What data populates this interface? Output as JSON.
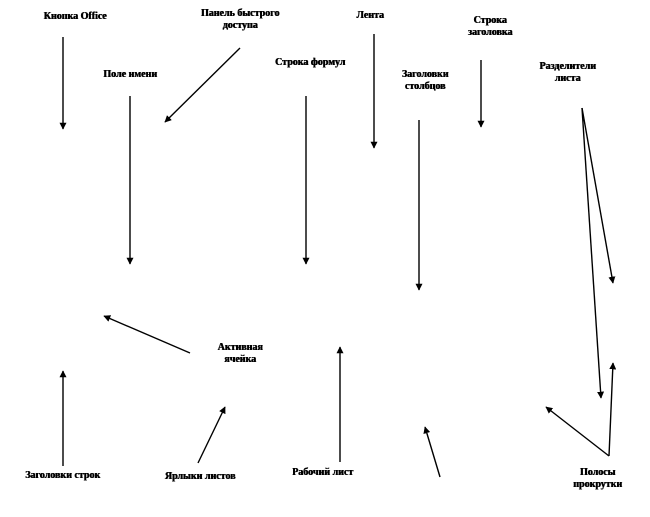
{
  "labels": {
    "office_button": "Кнопка  Office",
    "quick_access_1": "Панель  быстрого",
    "quick_access_2": "доступа",
    "ribbon": "Лента",
    "title_bar_1": "Строка",
    "title_bar_2": "заголовка",
    "name_box": "Поле  имени",
    "formula_bar": "Строка  формул",
    "column_headers_1": "Заголовки",
    "column_headers_2": "столбцов",
    "sheet_splitters_1": "Разделители",
    "sheet_splitters_2": "листа",
    "active_cell_1": "Активная",
    "active_cell_2": "ячейка",
    "row_headers": "Заголовки  строк",
    "sheet_tabs": "Ярлыки  листов",
    "worksheet": "Рабочий  лист",
    "scrollbars_1": "Полосы",
    "scrollbars_2": "прокрутки"
  }
}
